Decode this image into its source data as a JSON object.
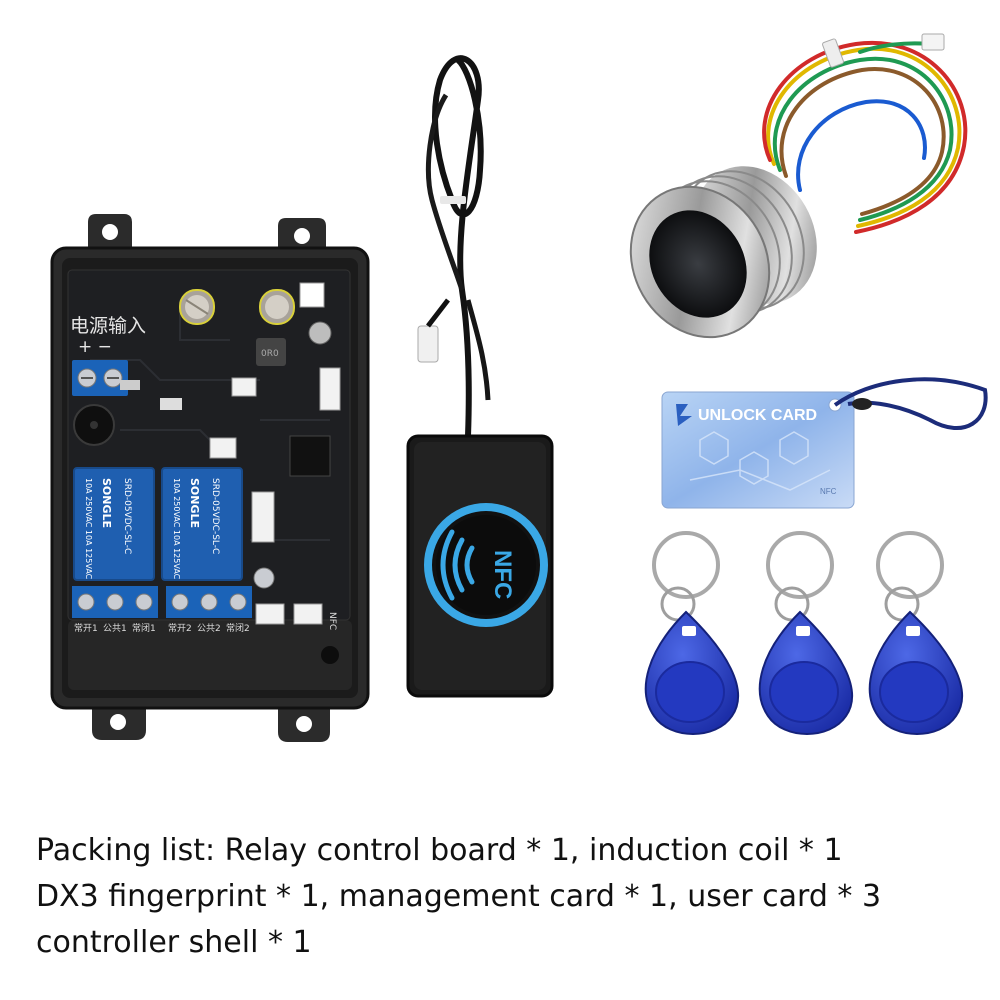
{
  "board": {
    "power_label": "电源输入",
    "polarity": "+ −",
    "relay_brand": "SONGLE",
    "relay_model": "SRD-05VDC-SL-C",
    "relay_rating": "10A 250VAC  10A 125VAC",
    "terminal_labels": [
      "常开1",
      "公共1",
      "常闭1",
      "常开2",
      "公共2",
      "常闭2"
    ],
    "chip_label": "0R0",
    "nfc_silk": "NFC"
  },
  "nfc_reader": {
    "label": "NFC"
  },
  "card": {
    "title": "UNLOCK CARD",
    "nfc_mark": "NFC"
  },
  "caption": {
    "line1": "Packing list: Relay control board * 1, induction coil * 1",
    "line2": "DX3 fingerprint * 1, management card * 1, user card * 3",
    "line3": "controller shell * 1"
  },
  "colors": {
    "shell": "#2a2a2a",
    "pcb": "#1e1f22",
    "relay": "#1f5fb0",
    "tag": "#2a3fc8",
    "card": "#9fc2f0",
    "nfc_ring": "#3aa8e6"
  }
}
